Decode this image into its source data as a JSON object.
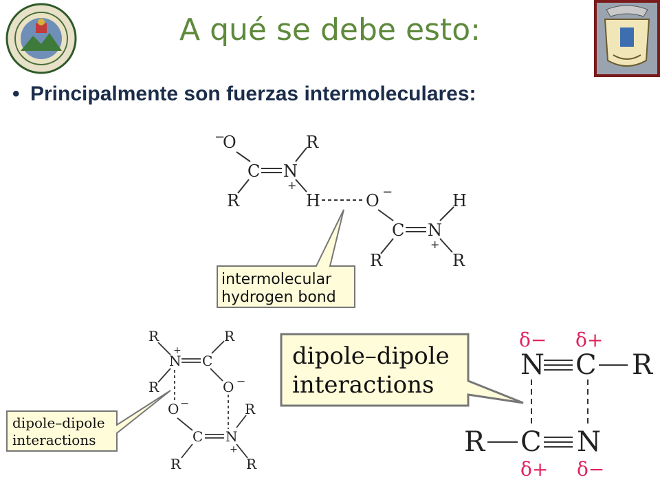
{
  "slide": {
    "title": "A qué se debe esto:",
    "bullet_marker": "•",
    "bullet_text": "Principalmente son fuerzas intermoleculares:"
  },
  "figure_hbond": {
    "label_line1": "intermolecular",
    "label_line2": "hydrogen bond",
    "atoms": {
      "o1": "O",
      "o1_charge": "−",
      "r1": "R",
      "c1": "C",
      "n1": "N",
      "n1_charge": "+",
      "r2": "R",
      "h1": "H",
      "o2": "O",
      "o2_charge": "−",
      "h2": "H",
      "c2": "C",
      "n2": "N",
      "n2_charge": "+",
      "r3": "R",
      "r4": "R"
    }
  },
  "figure_dipole_small": {
    "label_line1": "dipole–dipole",
    "label_line2": "interactions",
    "atoms": {
      "ra": "R",
      "rb": "R",
      "na": "N",
      "na_charge": "+",
      "ca": "C",
      "rc": "R",
      "oa": "O",
      "oa_charge": "−",
      "ob": "O",
      "ob_charge": "−",
      "rd": "R",
      "cb": "C",
      "nb": "N",
      "nb_charge": "+",
      "re": "R",
      "rf": "R"
    }
  },
  "figure_dipole_large": {
    "label_line1": "dipole–dipole",
    "label_line2": "interactions",
    "atoms": {
      "n_top": "N",
      "c_top": "C",
      "r_top": "R",
      "r_bottom": "R",
      "c_bottom": "C",
      "n_bottom": "N",
      "d_minus_top": "δ−",
      "d_plus_top": "δ+",
      "d_plus_bottom": "δ+",
      "d_minus_bottom": "δ−"
    }
  },
  "colors": {
    "title": "#5e8a3c",
    "bullet": "#1b2d4a",
    "callout_fill": "#fffcd9",
    "partial_charge": "#e0245e"
  }
}
